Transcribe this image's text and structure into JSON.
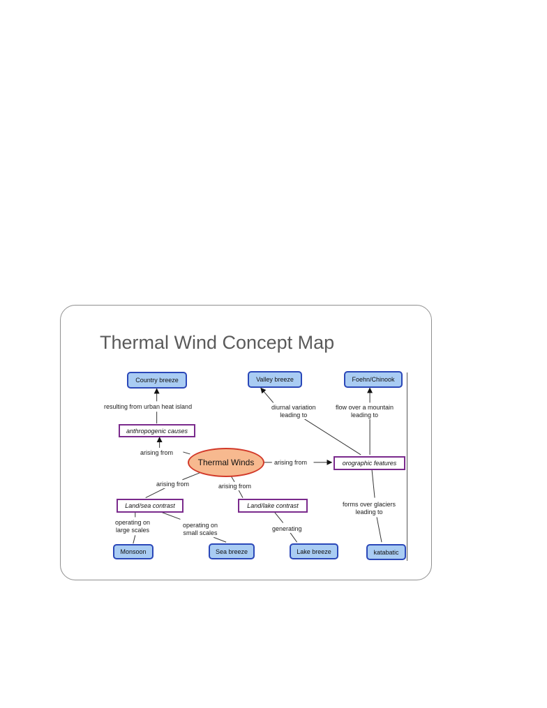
{
  "title": "Thermal Wind Concept Map",
  "colors": {
    "blue_fill": "#a9ccf3",
    "blue_border": "#2a47b8",
    "purple_border": "#7a2a8c",
    "oval_fill": "#f7b98f",
    "oval_border": "#d23a2a"
  },
  "nodes": {
    "thermal_winds": "Thermal Winds",
    "country_breeze": "Country breeze",
    "valley_breeze": "Valley breeze",
    "foehn_chinook": "Foehn/Chinook",
    "anthropogenic": "anthropogenic causes",
    "orographic": "orographic features",
    "land_sea": "Land/sea contrast",
    "land_lake": "Land/lake contrast",
    "monsoon": "Monsoon",
    "sea_breeze": "Sea breeze",
    "lake_breeze": "Lake breeze",
    "katabatic": "katabatic"
  },
  "links": {
    "urban_heat": "resulting from urban heat island",
    "arising_anthro": "arising from",
    "arising_oro": "arising from",
    "arising_landsea": "arising from",
    "arising_landlake": "arising from",
    "diurnal_1": "diurnal variation",
    "diurnal_2": "leading to",
    "mountain_1": "flow over a mountain",
    "mountain_2": "leading to",
    "glaciers_1": "forms over glaciers",
    "glaciers_2": "leading to",
    "large_1": "operating on",
    "large_2": "large scales",
    "small_1": "operating on",
    "small_2": "small scales",
    "generating": "generating"
  }
}
